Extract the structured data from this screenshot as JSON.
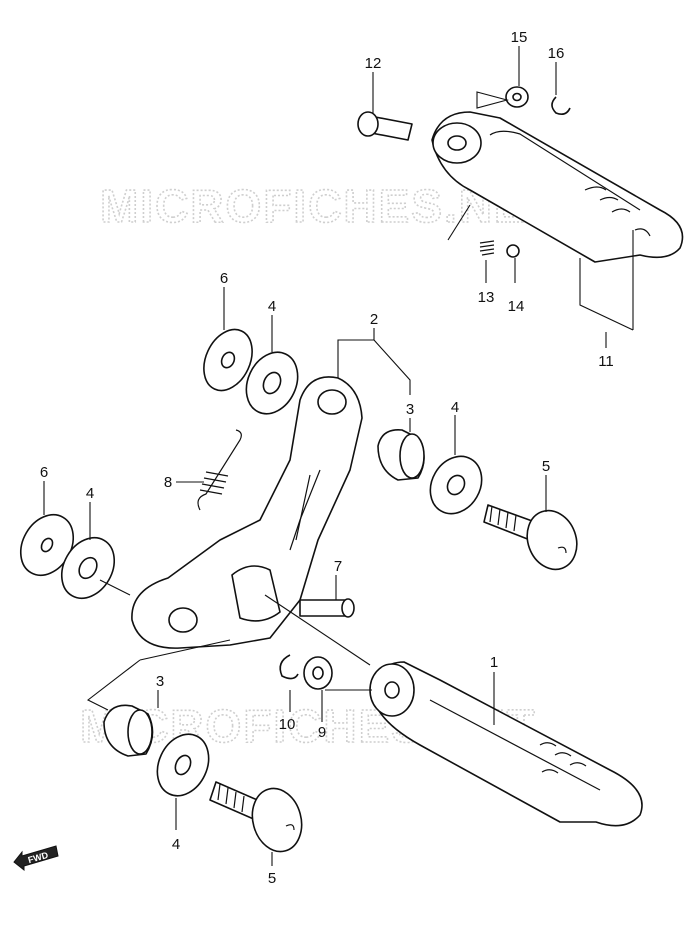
{
  "watermark": "MICROFICHES.NET",
  "fwd_badge": "FWD",
  "callouts": {
    "p1": "1",
    "p2": "2",
    "p3_upper": "3",
    "p3_lower": "3",
    "p4_upper_left": "4",
    "p4_mid_right": "4",
    "p4_left": "4",
    "p4_lower": "4",
    "p5_right": "5",
    "p5_lower": "5",
    "p6_upper": "6",
    "p6_left": "6",
    "p7": "7",
    "p8": "8",
    "p9": "9",
    "p10": "10",
    "p11": "11",
    "p12": "12",
    "p13": "13",
    "p14": "14",
    "p15": "15",
    "p16": "16"
  }
}
